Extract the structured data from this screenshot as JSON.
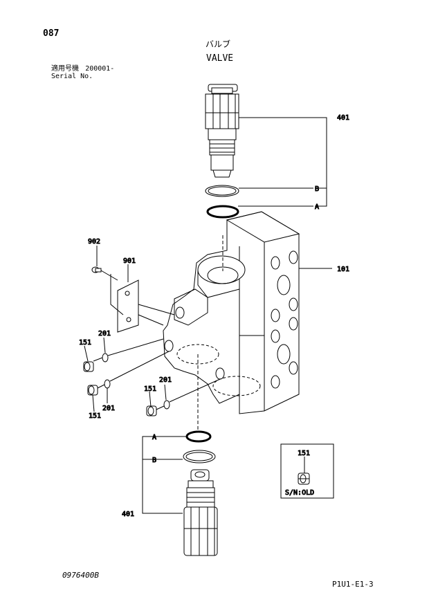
{
  "header": {
    "page_number": "087",
    "title_jp": "バルブ",
    "title_en": "VALVE",
    "serial_label_jp": "適用号機",
    "serial_range": "200001-",
    "serial_label_en": "Serial No."
  },
  "callouts": {
    "p401_top": "401",
    "p401_bottom": "401",
    "p101": "101",
    "p902": "902",
    "p901": "901",
    "p151_a": "151",
    "p151_b": "151",
    "p151_c": "151",
    "p201_a": "201",
    "p201_b": "201",
    "p201_c": "201",
    "ref_a_top": "A",
    "ref_b_top": "B",
    "ref_a_bottom": "A",
    "ref_b_bottom": "B"
  },
  "inset": {
    "part_label": "151",
    "note": "S/N:OLD"
  },
  "footer": {
    "doc_code": "0976400B",
    "page_ref": "P1U1-E1-3"
  }
}
